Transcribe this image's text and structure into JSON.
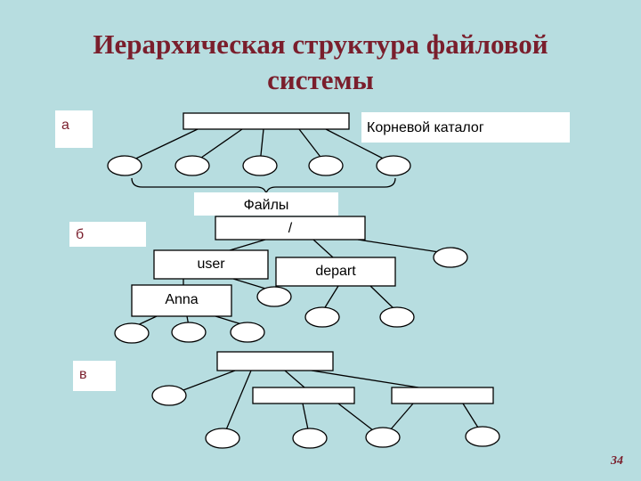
{
  "slide": {
    "title_line1": "Иерархическая структура файловой",
    "title_line2": "системы",
    "page_number": "34"
  },
  "section_a": {
    "label": "а",
    "root_caption": "Корневой каталог",
    "files_caption": "Файлы"
  },
  "section_b": {
    "label": "б",
    "root": "/",
    "dir_user": "user",
    "dir_depart": "depart",
    "dir_anna": "Anna"
  },
  "section_c": {
    "label": "в"
  }
}
